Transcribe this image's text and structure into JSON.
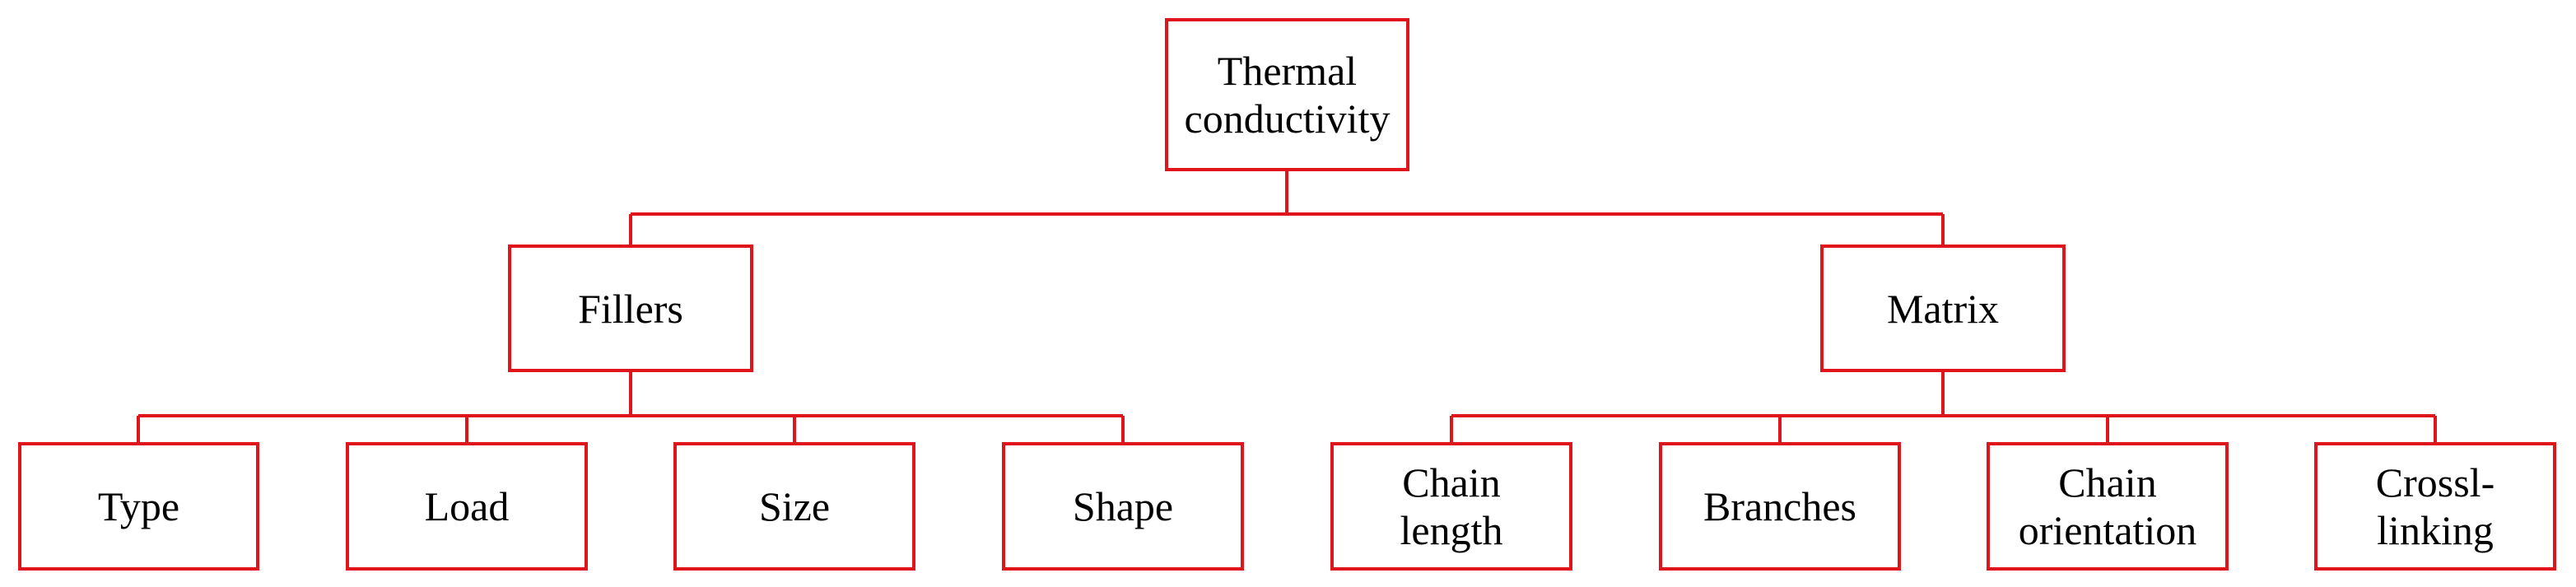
{
  "diagram": {
    "type": "tree",
    "line_color": "#e0151b",
    "box_border_color": "#e0151b",
    "root": {
      "label": "Thermal\nconductivity"
    },
    "branches": [
      {
        "label": "Fillers",
        "children": [
          "Type",
          "Load",
          "Size",
          "Shape"
        ]
      },
      {
        "label": "Matrix",
        "children": [
          "Chain\nlength",
          "Branches",
          "Chain\norientation",
          "Crossl-\nlinking"
        ]
      }
    ]
  }
}
